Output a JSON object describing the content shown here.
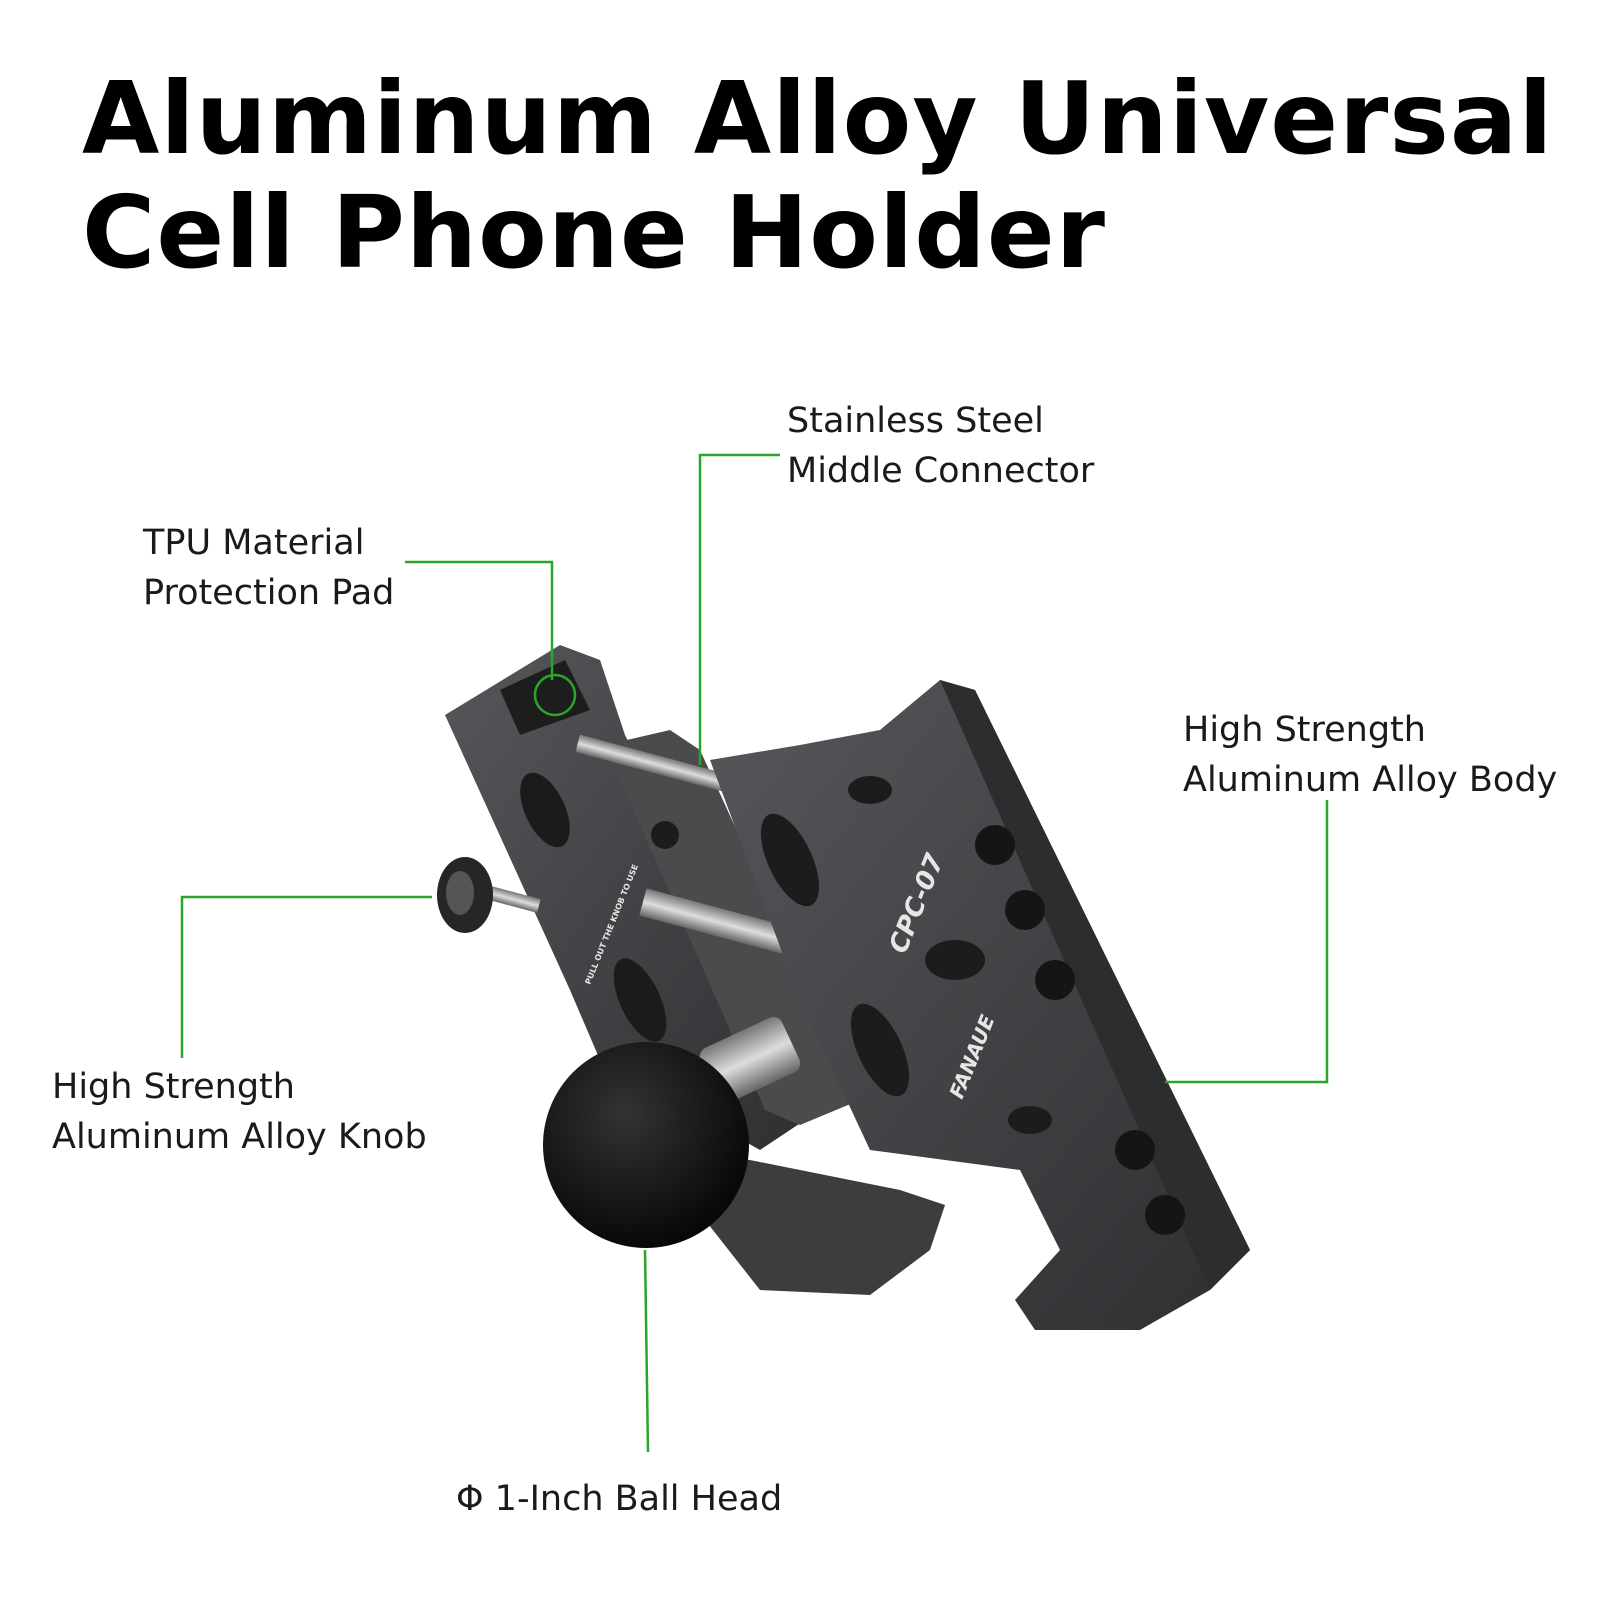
{
  "title": {
    "line1": "Aluminum Alloy Universal",
    "line2": "Cell Phone Holder"
  },
  "callouts": {
    "connector": {
      "line1": "Stainless Steel",
      "line2": "Middle Connector"
    },
    "pad": {
      "line1": "TPU Material",
      "line2": "Protection Pad"
    },
    "body": {
      "line1": "High Strength",
      "line2": "Aluminum Alloy Body"
    },
    "knob": {
      "line1": "High Strength",
      "line2": "Aluminum Alloy Knob"
    },
    "ball": {
      "line1": "Φ 1-Inch Ball Head"
    }
  },
  "product": {
    "model": "CPC-07",
    "brand": "FANAUE",
    "engraving": "PULL OUT THE KNOB TO USE"
  },
  "colors": {
    "leader_line": "#2aa52a",
    "metal": "#3b3c3e",
    "background": "#ffffff"
  }
}
